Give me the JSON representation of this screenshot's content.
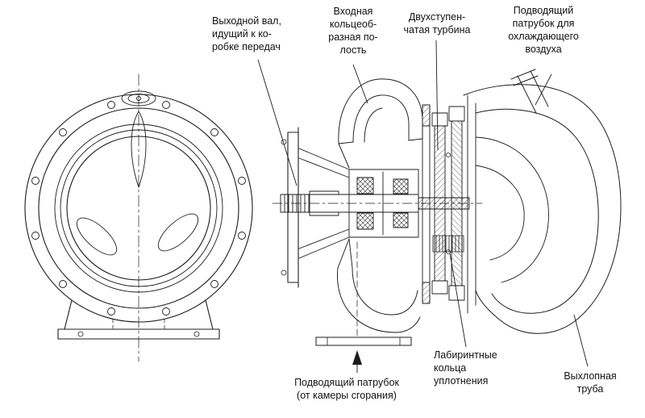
{
  "figure": {
    "colors": {
      "ink": "#1c1c1c",
      "background": "#ffffff"
    },
    "labels": {
      "output_shaft": "Выходной вал,\nидущий к ко-\nробке передач",
      "inlet_annular_cavity": "Входная\nкольцеоб-\nразная по-\nлость",
      "two_stage_turbine": "Двухступен-\nчатая турбина",
      "cooling_air_pipe": "Подводящий\nпатрубок для\nохлаждающего\nвоздуха",
      "combustion_supply_pipe": "Подводящий патрубок\n(от камеры сгорания)",
      "labyrinth_seal_rings": "Лабиринтные\nкольца\nуплотнения",
      "exhaust_pipe": "Выхлопная\nтруба"
    }
  }
}
